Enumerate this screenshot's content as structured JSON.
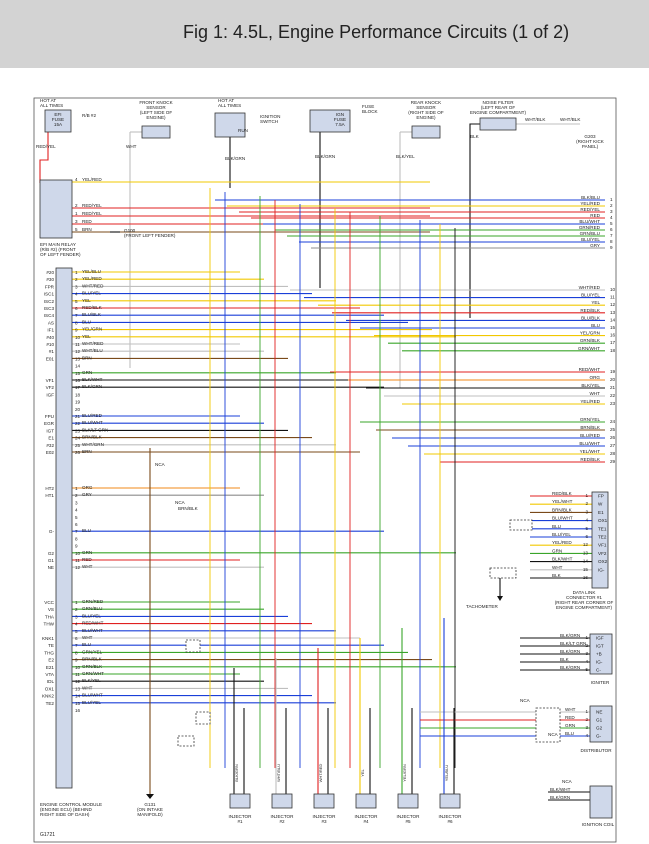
{
  "title": "Fig 1: 4.5L, Engine Performance Circuits (1 of 2)",
  "figure_id": "G1721",
  "components": {
    "efi_fuse": {
      "top": "HOT AT ALL TIMES",
      "lines": [
        "EFI",
        "FUSE",
        "15A"
      ],
      "loc": "R/B #2"
    },
    "front_knock": [
      "FRONT KNOCK",
      "SENSOR",
      "(LEFT SIDE OF",
      "ENGINE)"
    ],
    "ignition_switch": {
      "top": "HOT AT ALL TIMES",
      "label": [
        "IGNITION",
        "SWITCH"
      ],
      "pos": "RUN"
    },
    "ign_fuse": {
      "lines": [
        "IGN",
        "FUSE",
        "7.5A"
      ],
      "loc": [
        "FUSE",
        "BLOCK"
      ]
    },
    "rear_knock": [
      "REAR KNOCK",
      "SENSOR",
      "(RIGHT SIDE OF",
      "ENGINE)"
    ],
    "noise_filter": [
      "NOISE FILTER",
      "(LEFT REAR OF",
      "ENGINE COMPARTMENT)"
    ],
    "g203": [
      "G203",
      "(RIGHT KICK",
      "PANEL)"
    ],
    "efi_relay": [
      "EFI MAIN RELAY",
      "(R/B #2) (FRONT",
      "OF LEFT FENDER)"
    ],
    "g100": [
      "G100",
      "(FRONT LEFT FENDER)"
    ],
    "ecm": [
      "ENGINE CONTROL MODULE",
      "(ENGINE ECU)    (BEHIND",
      "RIGHT SIDE OF DASH)"
    ],
    "g131": [
      "G131",
      "(ON INTAKE",
      "MANIFOLD)"
    ],
    "dlc": [
      "DATA LINK",
      "CONNECTOR #1",
      "(RIGHT REAR CORNER OF",
      "ENGINE COMPARTMENT)"
    ],
    "tachometer": "TACHOMETER",
    "igniter": "IGNITER",
    "distributor": "DISTRIBUTOR",
    "ignition_coil": "IGNITION COIL",
    "injectors": [
      "INJECTOR #1",
      "INJECTOR #2",
      "INJECTOR #3",
      "INJECTOR #4",
      "INJECTOR #5",
      "INJECTOR #6"
    ]
  },
  "colors": {
    "red": "#e02020",
    "yel": "#f2c800",
    "blu": "#1a3fd8",
    "grn": "#3aa52a",
    "org": "#f08a1a",
    "wht": "#bfbfbf",
    "blk": "#111111",
    "brn": "#7a4a1a",
    "gry": "#8c8c8c",
    "lt_grn": "#8fd08a"
  },
  "relay_wires": [
    {
      "n": "4",
      "label": "YEL/RED",
      "color": "#f2c800"
    },
    {
      "n": "2",
      "label": "RED/YEL",
      "color": "#e02020"
    },
    {
      "n": "1",
      "label": "RED/YEL",
      "color": "#e02020"
    },
    {
      "n": "3",
      "label": "RED",
      "color": "#e02020"
    },
    {
      "n": "5",
      "label": "BRN",
      "color": "#7a4a1a"
    }
  ],
  "right_top": [
    {
      "l": "BLK/BLU",
      "n": "1",
      "c": "#1a3fd8"
    },
    {
      "l": "YEL/RED",
      "n": "2",
      "c": "#f2c800"
    },
    {
      "l": "RED/YEL",
      "n": "3",
      "c": "#e02020"
    },
    {
      "l": "RED",
      "n": "4",
      "c": "#e02020"
    },
    {
      "l": "BLU/WHT",
      "n": "5",
      "c": "#1a3fd8"
    },
    {
      "l": "GRN/RED",
      "n": "6",
      "c": "#3aa52a"
    },
    {
      "l": "GRN/BLU",
      "n": "7",
      "c": "#3aa52a"
    },
    {
      "l": "BLU/YEL",
      "n": "8",
      "c": "#1a3fd8"
    },
    {
      "l": "GRY",
      "n": "9",
      "c": "#8c8c8c"
    }
  ],
  "right_mid": [
    {
      "l": "WHT/RED",
      "n": "10",
      "c": "#bfbfbf"
    },
    {
      "l": "BLU/YEL",
      "n": "11",
      "c": "#1a3fd8"
    },
    {
      "l": "YEL",
      "n": "12",
      "c": "#f2c800"
    },
    {
      "l": "RED/BLK",
      "n": "13",
      "c": "#e02020"
    },
    {
      "l": "BLU/BLK",
      "n": "14",
      "c": "#1a3fd8"
    },
    {
      "l": "BLU",
      "n": "15",
      "c": "#1a3fd8"
    },
    {
      "l": "YEL/GRN",
      "n": "16",
      "c": "#f2c800"
    },
    {
      "l": "GRN/BLK",
      "n": "17",
      "c": "#3aa52a"
    },
    {
      "l": "GRN/WHT",
      "n": "18",
      "c": "#3aa52a"
    }
  ],
  "right_low": [
    {
      "l": "RED/WHT",
      "n": "19",
      "c": "#e02020"
    },
    {
      "l": "ORG",
      "n": "20",
      "c": "#f08a1a"
    },
    {
      "l": "BLK/YEL",
      "n": "21",
      "c": "#111111"
    },
    {
      "l": "WHT",
      "n": "22",
      "c": "#bfbfbf"
    },
    {
      "l": "YEL/RED",
      "n": "23",
      "c": "#f2c800"
    }
  ],
  "right_low2": [
    {
      "l": "GRN/YEL",
      "n": "24",
      "c": "#3aa52a"
    },
    {
      "l": "BRN/BLK",
      "n": "25",
      "c": "#7a4a1a"
    },
    {
      "l": "BLU/RED",
      "n": "26",
      "c": "#1a3fd8"
    },
    {
      "l": "BLU/WHT",
      "n": "27",
      "c": "#1a3fd8"
    },
    {
      "l": "YEL/WHT",
      "n": "28",
      "c": "#f2c800"
    },
    {
      "l": "RED/BLK",
      "n": "29",
      "c": "#e02020"
    }
  ],
  "ecm_pins": [
    {
      "p": "#20",
      "n": "1",
      "l": "YEL/BLU",
      "c": "#f2c800"
    },
    {
      "p": "#30",
      "n": "2",
      "l": "YEL/RED",
      "c": "#f2c800"
    },
    {
      "p": "FPR",
      "n": "3",
      "l": "WHT/RED",
      "c": "#bfbfbf"
    },
    {
      "p": "ISC1",
      "n": "4",
      "l": "BLU/YEL",
      "c": "#1a3fd8"
    },
    {
      "p": "ISC2",
      "n": "5",
      "l": "YEL",
      "c": "#f2c800"
    },
    {
      "p": "ISC3",
      "n": "6",
      "l": "RED/BLK",
      "c": "#e02020"
    },
    {
      "p": "ISC4",
      "n": "7",
      "l": "BLU/BLK",
      "c": "#1a3fd8"
    },
    {
      "p": "AS",
      "n": "8",
      "l": "BLU",
      "c": "#1a3fd8"
    },
    {
      "p": "IF1",
      "n": "9",
      "l": "YEL/GRN",
      "c": "#f2c800"
    },
    {
      "p": "#40",
      "n": "10",
      "l": "YEL",
      "c": "#f2c800"
    },
    {
      "p": "#10",
      "n": "11",
      "l": "WHT/RED",
      "c": "#bfbfbf"
    },
    {
      "p": "#1",
      "n": "12",
      "l": "WHT/BLU",
      "c": "#bfbfbf"
    },
    {
      "p": "E01",
      "n": "13",
      "l": "BRN",
      "c": "#7a4a1a"
    },
    {
      "p": "",
      "n": "14",
      "l": "",
      "c": ""
    },
    {
      "p": "",
      "n": "15",
      "l": "GRN",
      "c": "#3aa52a"
    },
    {
      "p": "VF1",
      "n": "16",
      "l": "BLK/WHT",
      "c": "#111111"
    },
    {
      "p": "VF2",
      "n": "17",
      "l": "BLK/GRN",
      "c": "#111111"
    },
    {
      "p": "IGF",
      "n": "18",
      "l": "",
      "c": ""
    },
    {
      "p": "",
      "n": "19",
      "l": "",
      "c": ""
    },
    {
      "p": "",
      "n": "20",
      "l": "",
      "c": ""
    },
    {
      "p": "FPU",
      "n": "21",
      "l": "BLU/RED",
      "c": "#1a3fd8"
    },
    {
      "p": "EGR",
      "n": "22",
      "l": "BLU/WHT",
      "c": "#1a3fd8"
    },
    {
      "p": "IGT",
      "n": "23",
      "l": "BLK/LT GRN",
      "c": "#111111"
    },
    {
      "p": "E1",
      "n": "24",
      "l": "BRN/BLK",
      "c": "#7a4a1a"
    },
    {
      "p": "#32",
      "n": "25",
      "l": "WHT/GRN",
      "c": "#bfbfbf"
    },
    {
      "p": "E02",
      "n": "26",
      "l": "BRN",
      "c": "#7a4a1a"
    }
  ],
  "ecm_pins_b": [
    {
      "p": "HT2",
      "n": "1",
      "l": "ORG",
      "c": "#f08a1a"
    },
    {
      "p": "HT1",
      "n": "2",
      "l": "GRY",
      "c": "#8c8c8c"
    },
    {
      "p": "",
      "n": "3",
      "l": "",
      "c": ""
    },
    {
      "p": "",
      "n": "4",
      "l": "",
      "c": ""
    },
    {
      "p": "",
      "n": "5",
      "l": "",
      "c": ""
    },
    {
      "p": "",
      "n": "6",
      "l": "",
      "c": ""
    },
    {
      "p": "G-",
      "n": "7",
      "l": "BLU",
      "c": "#1a3fd8"
    },
    {
      "p": "",
      "n": "8",
      "l": "",
      "c": ""
    },
    {
      "p": "",
      "n": "9",
      "l": "",
      "c": ""
    },
    {
      "p": "G2",
      "n": "10",
      "l": "GRN",
      "c": "#3aa52a"
    },
    {
      "p": "G1",
      "n": "11",
      "l": "RED",
      "c": "#e02020"
    },
    {
      "p": "NE",
      "n": "12",
      "l": "WHT",
      "c": "#bfbfbf"
    }
  ],
  "ecm_pins_c": [
    {
      "p": "VCC",
      "n": "1",
      "l": "GRN/RED",
      "c": "#3aa52a"
    },
    {
      "p": "VS",
      "n": "2",
      "l": "GRN/BLU",
      "c": "#3aa52a"
    },
    {
      "p": "THA",
      "n": "3",
      "l": "BLU/YEL",
      "c": "#1a3fd8"
    },
    {
      "p": "THW",
      "n": "4",
      "l": "RED/WHT",
      "c": "#e02020"
    },
    {
      "p": "",
      "n": "5",
      "l": "BLU/WHT",
      "c": "#1a3fd8"
    },
    {
      "p": "KNK1",
      "n": "6",
      "l": "WHT",
      "c": "#bfbfbf"
    },
    {
      "p": "TE",
      "n": "7",
      "l": "BLU",
      "c": "#1a3fd8"
    },
    {
      "p": "THG",
      "n": "8",
      "l": "GRN/YEL",
      "c": "#3aa52a"
    },
    {
      "p": "E2",
      "n": "9",
      "l": "BRN/BLK",
      "c": "#7a4a1a"
    },
    {
      "p": "E21",
      "n": "10",
      "l": "GRN/BLK",
      "c": "#3aa52a"
    },
    {
      "p": "VTA",
      "n": "11",
      "l": "GRN/WHT",
      "c": "#3aa52a"
    },
    {
      "p": "IDL",
      "n": "12",
      "l": "BLK/YEL",
      "c": "#111111"
    },
    {
      "p": "OX1",
      "n": "13",
      "l": "WHT",
      "c": "#bfbfbf"
    },
    {
      "p": "KNK2",
      "n": "14",
      "l": "BLU/WHT",
      "c": "#1a3fd8"
    },
    {
      "p": "TE2",
      "n": "15",
      "l": "BLU/YEL",
      "c": "#1a3fd8"
    },
    {
      "p": "",
      "n": "16",
      "l": "",
      "c": ""
    }
  ],
  "dlc_pins": [
    {
      "l": "RED/BLK",
      "n": "1",
      "p": "FP",
      "c": "#e02020"
    },
    {
      "l": "YEL/WHT",
      "n": "2",
      "p": "W",
      "c": "#f2c800"
    },
    {
      "l": "BRN/BLK",
      "n": "3",
      "p": "E1",
      "c": "#7a4a1a"
    },
    {
      "l": "BLU/WHT",
      "n": "4",
      "p": "OX1",
      "c": "#1a3fd8"
    },
    {
      "l": "BLU",
      "n": "5",
      "p": "TE1",
      "c": "#1a3fd8"
    },
    {
      "l": "BLU/YEL",
      "n": "6",
      "p": "TE2",
      "c": "#1a3fd8"
    },
    {
      "l": "YEL/RED",
      "n": "12",
      "p": "VF1",
      "c": "#f2c800"
    },
    {
      "l": "GRN",
      "n": "13",
      "p": "VF2",
      "c": "#3aa52a"
    },
    {
      "l": "BLK/WHT",
      "n": "14",
      "p": "OX2",
      "c": "#111111"
    },
    {
      "l": "WHT",
      "n": "15",
      "p": "IG-",
      "c": "#bfbfbf"
    },
    {
      "l": "BLK",
      "n": "16",
      "p": "",
      "c": "#111111"
    }
  ],
  "igniter_pins": [
    {
      "l": "BLK/GRN",
      "n": "1",
      "p": "IGF"
    },
    {
      "l": "BLK/LT GRN",
      "n": "2",
      "p": "IGT"
    },
    {
      "l": "BLK/GRN",
      "n": "3",
      "p": "+B"
    },
    {
      "l": "BLK",
      "n": "4",
      "p": "IG-"
    },
    {
      "l": "BLK/GRN",
      "n": "5",
      "p": "C-"
    }
  ],
  "dist_pins": [
    {
      "l": "WHT",
      "n": "1",
      "p": "NE"
    },
    {
      "l": "RED",
      "n": "2",
      "p": "G1"
    },
    {
      "l": "GRN",
      "n": "3",
      "p": "G2"
    },
    {
      "l": "BLU",
      "n": "4",
      "p": "G-"
    }
  ],
  "coil_wires": [
    "BLK/WHT",
    "BLK/GRN"
  ],
  "injector_wires": [
    "BLK/GRN",
    "WHT/BLU",
    "WHT/RED",
    "YEL",
    "YEL/GRN",
    "YEL/BLU"
  ],
  "misc": {
    "nca": "NCA",
    "blk": "BLK",
    "blk_grn": "BLK/GRN",
    "wht": "WHT",
    "wht_blk": "WHT/BLK",
    "blk_grn2": "BLK/GRN",
    "wht_blk2": "WHT/BLK",
    "blk_yel": "BLK/YEL",
    "red_yel": "RED/YEL",
    "brn_blk": "BRN/BLK",
    "run": "RUN"
  }
}
